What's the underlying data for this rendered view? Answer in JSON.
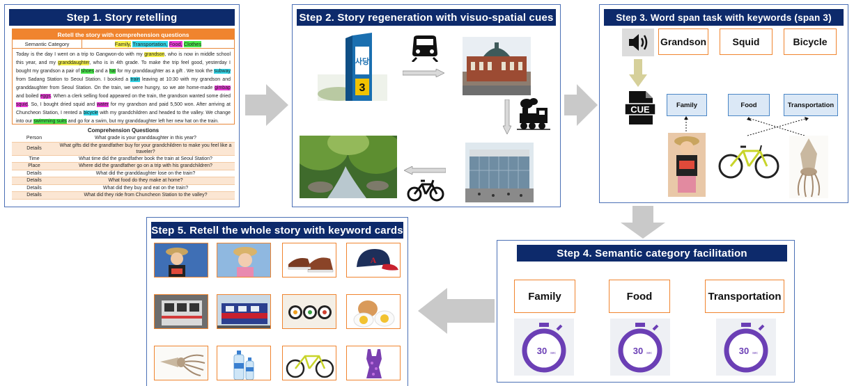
{
  "step1": {
    "title": "Step 1. Story retelling",
    "header": "Retell the story with comprehension questions",
    "semantic_label": "Semantic Category",
    "categories": [
      {
        "text": "Family,",
        "color": "#f7f24a"
      },
      {
        "text": "Transportation,",
        "color": "#33d6e8"
      },
      {
        "text": "Food,",
        "color": "#e83ad6"
      },
      {
        "text": "Clothes",
        "color": "#46e84a"
      }
    ],
    "story": [
      {
        "t": "Today is the day I went on a trip to Gangwon-do with my "
      },
      {
        "t": "grandson",
        "h": "y"
      },
      {
        "t": ", who is now in middle school this year, and my "
      },
      {
        "t": "granddaughter",
        "h": "y"
      },
      {
        "t": ", who is in 4th grade. To make the trip feel good, yesterday I bought my grandson a pair of "
      },
      {
        "t": "shoes",
        "h": "g"
      },
      {
        "t": " and a "
      },
      {
        "t": "hat",
        "h": "g"
      },
      {
        "t": " for my granddaughter as a gift . We took the "
      },
      {
        "t": "subway",
        "h": "c"
      },
      {
        "t": " from Sadang Station to Seoul Station. I booked a "
      },
      {
        "t": "train",
        "h": "c"
      },
      {
        "t": " leaving at 10:30 with my grandson and granddaughter from Seoul Station. On the train, we were hungry, so we ate home-made "
      },
      {
        "t": "gimbap",
        "h": "m"
      },
      {
        "t": " and boiled "
      },
      {
        "t": "eggs",
        "h": "m"
      },
      {
        "t": ". When a clerk selling food appeared on the train, the grandson wanted some dried "
      },
      {
        "t": "squid",
        "h": "m"
      },
      {
        "t": ". So, I bought dried squid and "
      },
      {
        "t": "water",
        "h": "m"
      },
      {
        "t": " for my grandson and paid 5,500 won. After arriving at Chuncheon Station, I rented a "
      },
      {
        "t": "bicycle",
        "h": "c"
      },
      {
        "t": " with my grandchildren and headed to the valley. We change into our "
      },
      {
        "t": "swimming suits",
        "h": "g"
      },
      {
        "t": " and go for a swim, but my granddaughter left her new hat on the train."
      }
    ],
    "questions_title": "Comprehension Questions",
    "questions": [
      {
        "k": "Person",
        "v": "What grade is your granddaughter in this year?"
      },
      {
        "k": "Details",
        "v": "What gifts did the grandfather buy for your grandchildren to make you feel like a traveler?"
      },
      {
        "k": "Time",
        "v": "What time did the grandfather book the train at Seoul Station?"
      },
      {
        "k": "Place",
        "v": "Where did the grandfather go on a trip with his grandchildren?"
      },
      {
        "k": "Details",
        "v": "What did the granddaughter lose on the train?"
      },
      {
        "k": "Details",
        "v": "What food do they make at home?"
      },
      {
        "k": "Details",
        "v": "What did they buy and eat on the train?"
      },
      {
        "k": "Details",
        "v": "What did they ride from Chuncheon Station to the valley?"
      }
    ]
  },
  "step2": {
    "title": "Step 2. Story regeneration with visuo-spatial cues",
    "sign_text": "사당",
    "sign_number": "3"
  },
  "step3": {
    "title": "Step 3. Word span task with keywords (span 3)",
    "keywords": [
      "Grandson",
      "Squid",
      "Bicycle"
    ],
    "cue_label": "CUE",
    "categories": [
      "Family",
      "Food",
      "Transportation"
    ]
  },
  "step4": {
    "title": "Step 4. Semantic category facilitation",
    "categories": [
      "Family",
      "Food",
      "Transportation"
    ],
    "timer_value": "30",
    "timer_unit": "sec"
  },
  "step5": {
    "title": "Step 5. Retell the whole story with keyword cards",
    "cards": [
      "grandson-photo",
      "granddaughter-photo",
      "shoes-photo",
      "hat-photo",
      "subway-photo",
      "train-photo",
      "gimbap-photo",
      "eggs-photo",
      "squid-photo",
      "water-photo",
      "bicycle-photo",
      "swimsuit-photo"
    ]
  },
  "colors": {
    "title_bar": "#0d2a6b",
    "accent": "#f0842e",
    "panel_border": "#4a6fb5",
    "arrow": "#c8c8c8",
    "timer": "#6b3fb5"
  }
}
